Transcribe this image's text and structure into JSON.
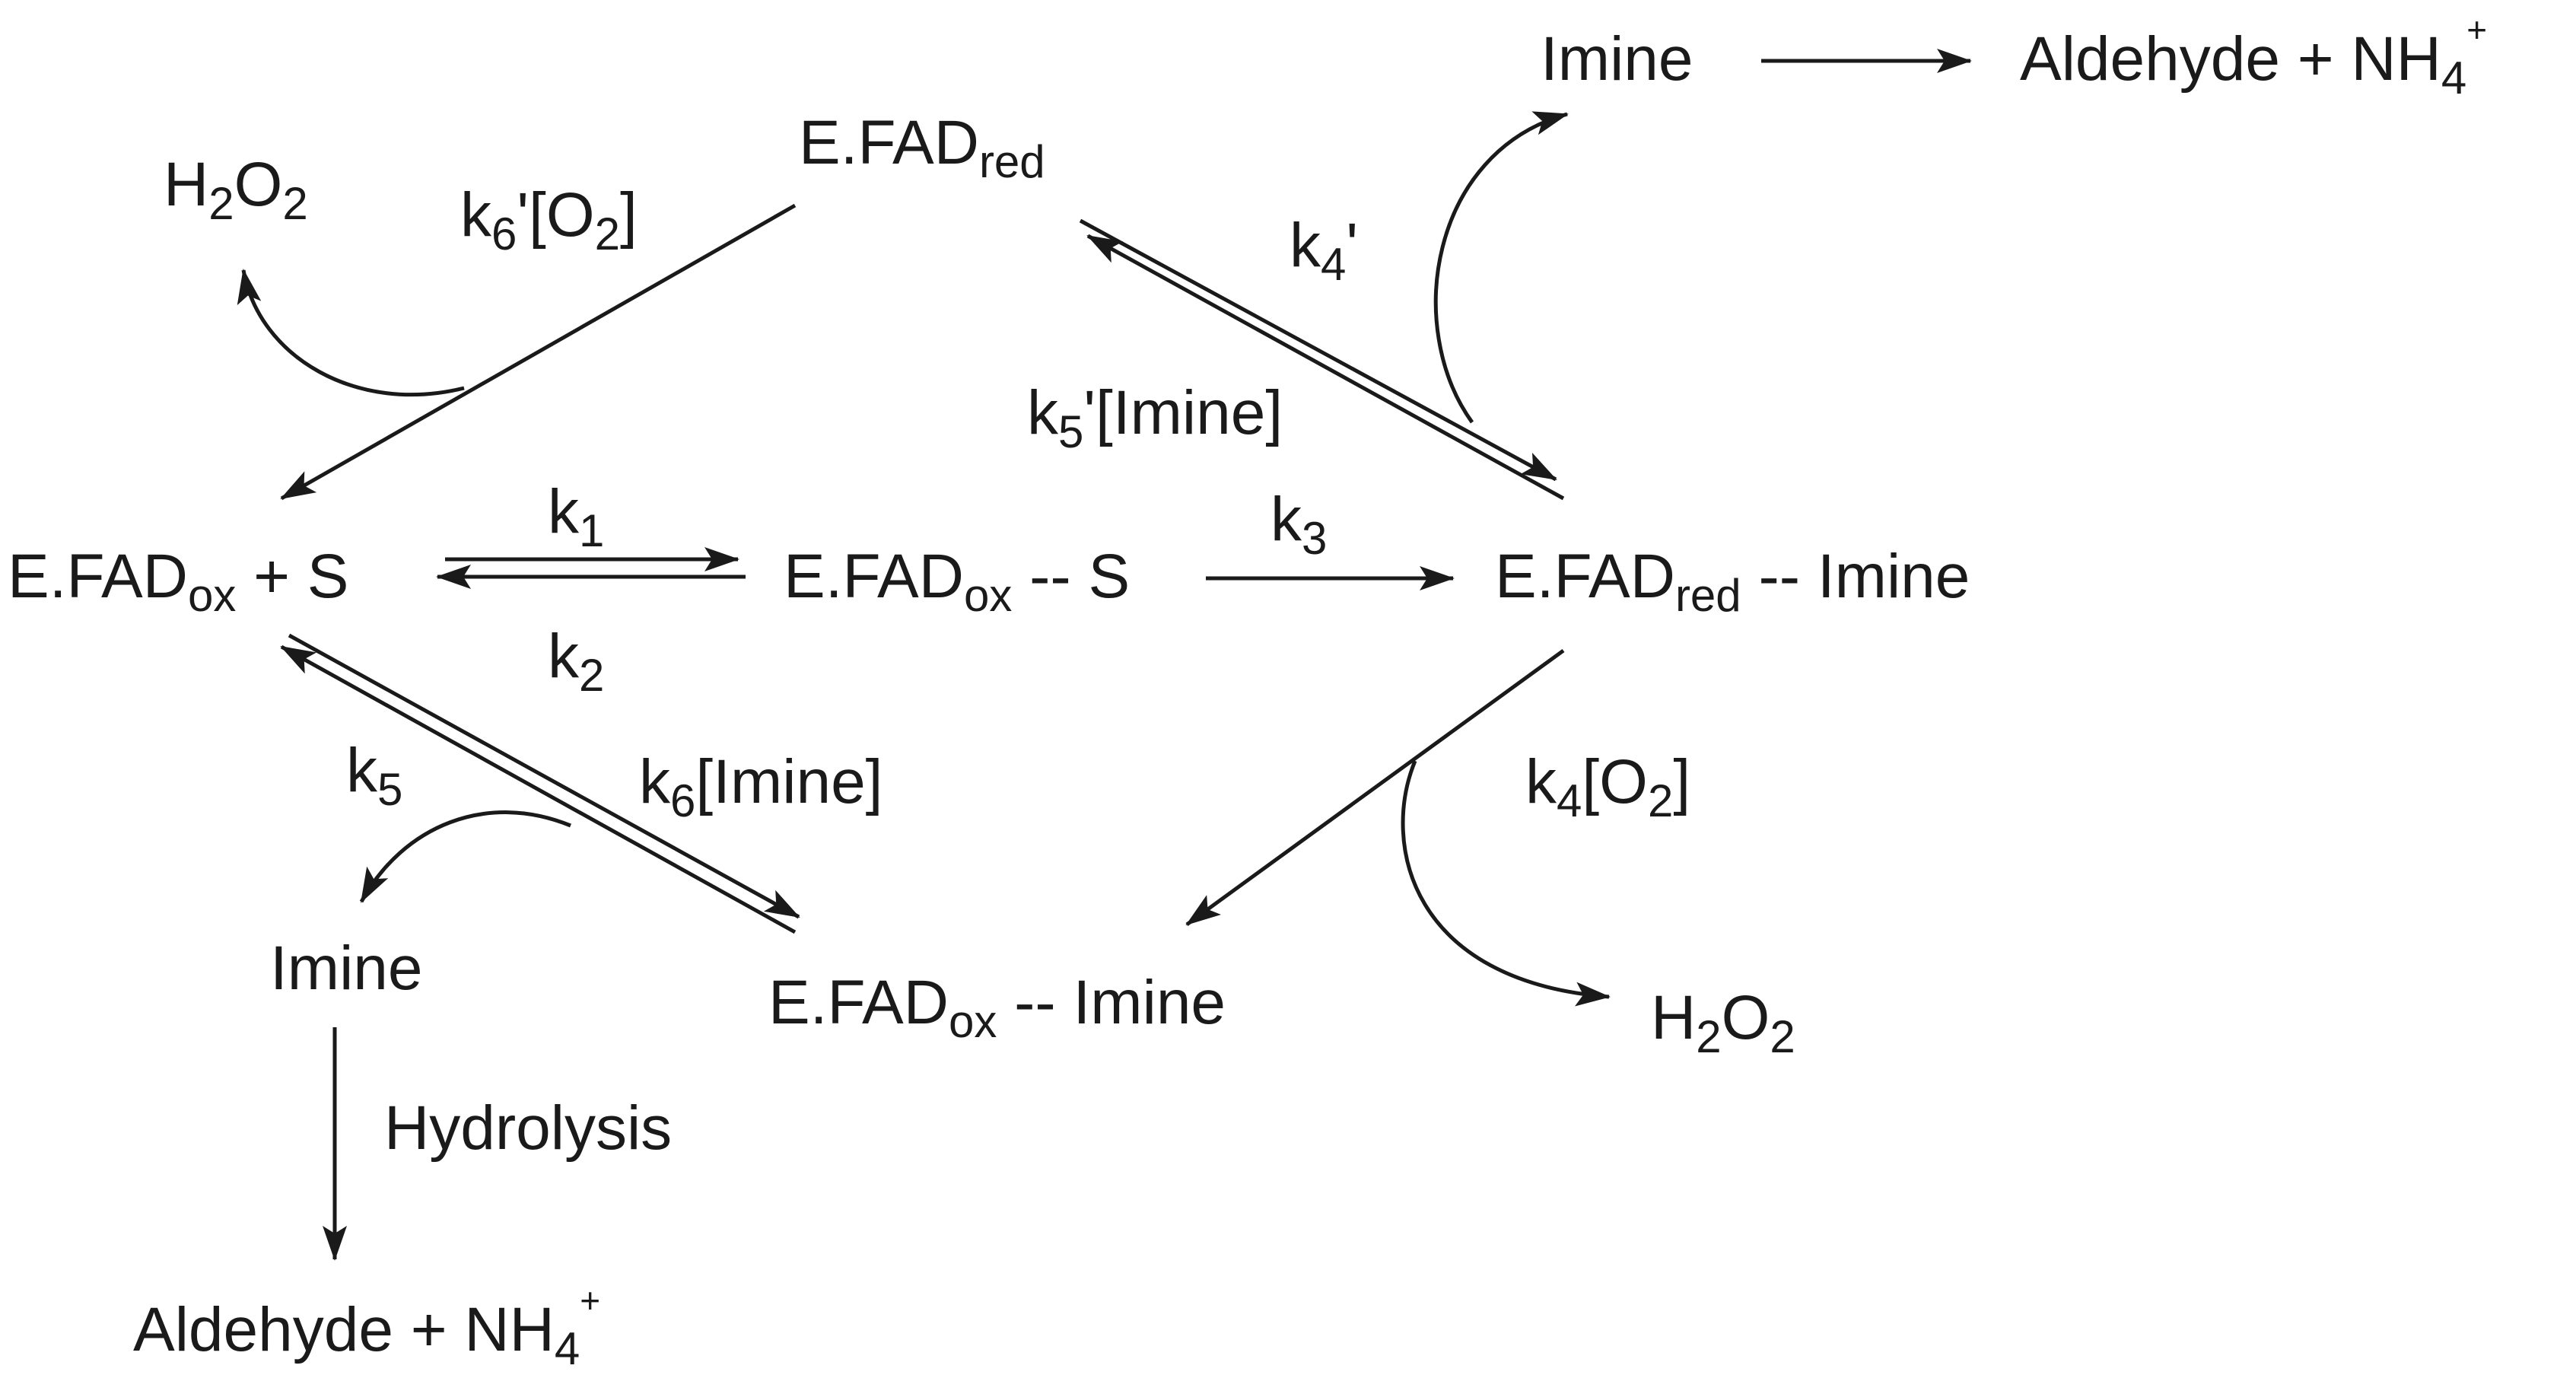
{
  "species": {
    "efad_red": {
      "base": "E.FAD",
      "sub": "red",
      "tail": ""
    },
    "efad_ox_s": {
      "base": "E.FAD",
      "sub": "ox",
      "tail": " + S"
    },
    "efad_ox_complex": {
      "base": "E.FAD",
      "sub": "ox",
      "tail": " -- S"
    },
    "efad_red_imine": {
      "base": "E.FAD",
      "sub": "red",
      "tail": " -- Imine"
    },
    "efad_ox_imine": {
      "base": "E.FAD",
      "sub": "ox",
      "tail": " -- Imine"
    },
    "imine_top": {
      "text": "Imine"
    },
    "imine_left": {
      "text": "Imine"
    },
    "aldehyde_top": {
      "pre": "Aldehyde + NH",
      "sub": "4",
      "sup": "+"
    },
    "aldehyde_bottom": {
      "pre": "Aldehyde + NH",
      "sub": "4",
      "sup": "+"
    },
    "h2o2_left": {
      "a": "H",
      "s1": "2",
      "b": "O",
      "s2": "2"
    },
    "h2o2_right": {
      "a": "H",
      "s1": "2",
      "b": "O",
      "s2": "2"
    }
  },
  "rates": {
    "k1": {
      "base": "k",
      "sub": "1",
      "tail": ""
    },
    "k2": {
      "base": "k",
      "sub": "2",
      "tail": ""
    },
    "k3": {
      "base": "k",
      "sub": "3",
      "tail": ""
    },
    "k4p": {
      "base": "k",
      "sub": "4",
      "tail": "'"
    },
    "k5p": {
      "base": "k",
      "sub": "5",
      "tail": "'[Imine]"
    },
    "k6p": {
      "base": "k",
      "sub": "6",
      "tail": "'[O",
      "sub2": "2",
      "tail2": "]"
    },
    "k4": {
      "base": "k",
      "sub": "4",
      "tail": "[O",
      "sub2": "2",
      "tail2": "]"
    },
    "k5": {
      "base": "k",
      "sub": "5",
      "tail": ""
    },
    "k6": {
      "base": "k",
      "sub": "6",
      "tail": "[Imine]"
    }
  },
  "hydrolysis": {
    "text": "Hydrolysis"
  },
  "colors": {
    "ink": "#1a1a1a",
    "background": "#ffffff"
  }
}
